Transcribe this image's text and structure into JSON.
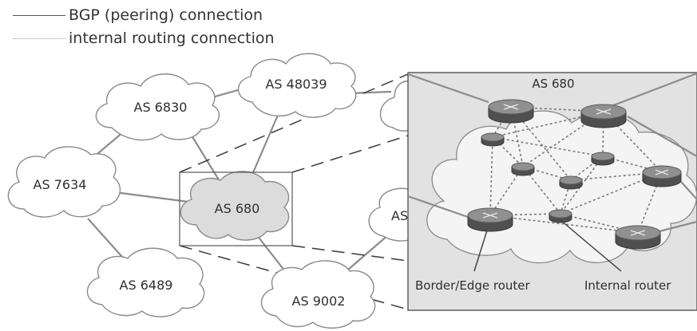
{
  "legend": {
    "bgp_label": "BGP (peering) connection",
    "internal_label": "internal routing connection"
  },
  "autonomous_systems": {
    "as6830": "AS 6830",
    "as48039": "AS 48039",
    "as7634": "AS 7634",
    "as680": "AS 680",
    "as6489": "AS 6489",
    "as9002": "AS 9002",
    "as_partial": "AS"
  },
  "zoom": {
    "title": "AS 680",
    "border_router_label": "Border/Edge router",
    "internal_router_label": "Internal router"
  }
}
